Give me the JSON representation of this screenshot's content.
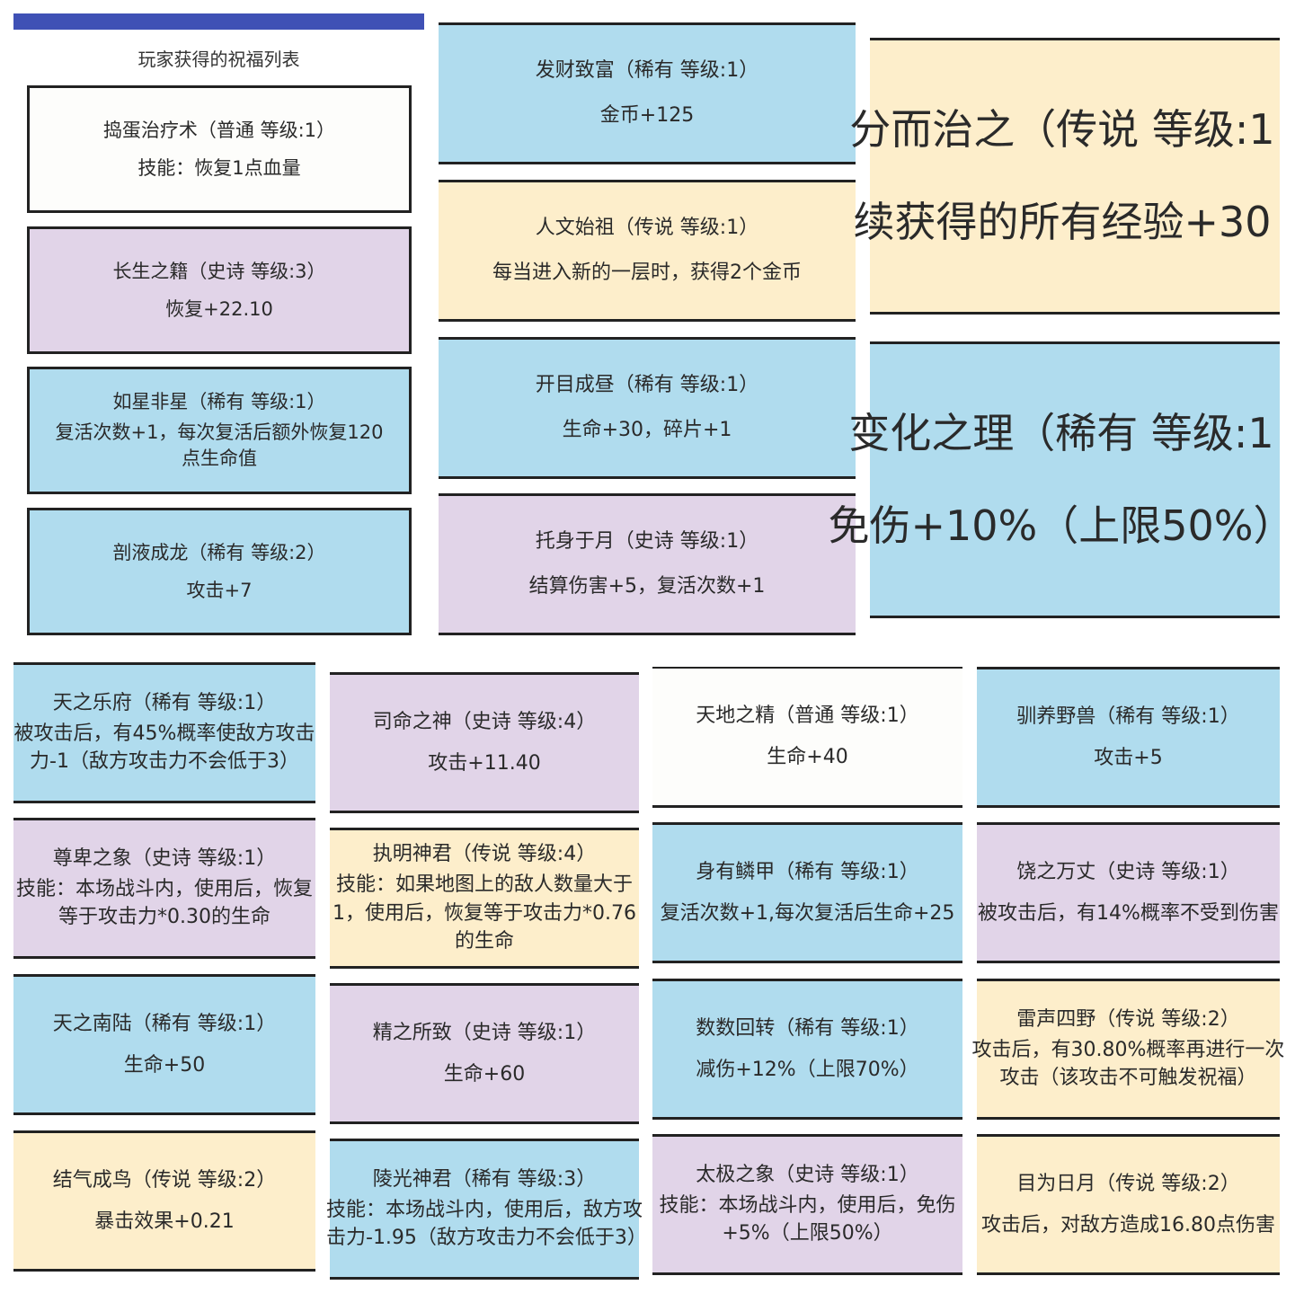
{
  "header": {
    "title": "玩家获得的祝福列表"
  },
  "colors": {
    "common": "#fdfdfb",
    "rare": "#b0dcee",
    "epic": "#e1d4e8",
    "legendary": "#fdeecb",
    "topbar": "#3f51b5"
  },
  "panel1": {
    "cards": [
      {
        "title": "捣蛋治疗术（普通 等级:1）",
        "desc": "技能：恢复1点血量"
      },
      {
        "title": "长生之籍（史诗 等级:3）",
        "desc": "恢复+22.10"
      },
      {
        "title": "如星非星（稀有 等级:1）",
        "desc": "复活次数+1，每次复活后额外恢复120点生命值"
      },
      {
        "title": "剖液成龙（稀有 等级:2）",
        "desc": "攻击+7"
      }
    ]
  },
  "panel2": {
    "cards": [
      {
        "title": "发财致富（稀有 等级:1）",
        "desc": "金币+125"
      },
      {
        "title": "人文始祖（传说 等级:1）",
        "desc": "每当进入新的一层时，获得2个金币"
      },
      {
        "title": "开目成昼（稀有 等级:1）",
        "desc": "生命+30，碎片+1"
      },
      {
        "title": "托身于月（史诗 等级:1）",
        "desc": "结算伤害+5，复活次数+1"
      }
    ]
  },
  "panel3": {
    "cards": [
      {
        "title": "分而治之（传说 等级:1",
        "desc": "续获得的所有经验+30"
      },
      {
        "title": "变化之理（稀有 等级:1",
        "desc": "免伤+10%（上限50%）"
      }
    ]
  },
  "grid": {
    "col1": [
      {
        "title": "天之乐府（稀有 等级:1）",
        "desc": "被攻击后，有45%概率使敌方攻击力-1（敌方攻击力不会低于3）"
      },
      {
        "title": "尊卑之象（史诗 等级:1）",
        "desc": "技能：本场战斗内，使用后，恢复等于攻击力*0.30的生命"
      },
      {
        "title": "天之南陆（稀有 等级:1）",
        "desc": "生命+50"
      },
      {
        "title": "结气成鸟（传说 等级:2）",
        "desc": "暴击效果+0.21"
      }
    ],
    "col2": [
      {
        "title": "司命之神（史诗 等级:4）",
        "desc": "攻击+11.40"
      },
      {
        "title": "执明神君（传说 等级:4）",
        "desc": "技能：如果地图上的敌人数量大于1，使用后，恢复等于攻击力*0.76的生命"
      },
      {
        "title": "精之所致（史诗 等级:1）",
        "desc": "生命+60"
      },
      {
        "title": "陵光神君（稀有 等级:3）",
        "desc": "技能：本场战斗内，使用后，敌方攻击力-1.95（敌方攻击力不会低于3）"
      }
    ],
    "col3": [
      {
        "title": "天地之精（普通 等级:1）",
        "desc": "生命+40"
      },
      {
        "title": "身有鳞甲（稀有 等级:1）",
        "desc": "复活次数+1,每次复活后生命+25"
      },
      {
        "title": "数数回转（稀有 等级:1）",
        "desc": "减伤+12%（上限70%）"
      },
      {
        "title": "太极之象（史诗 等级:1）",
        "desc": "技能：本场战斗内，使用后，免伤+5%（上限50%）"
      }
    ],
    "col4": [
      {
        "title": "驯养野兽（稀有 等级:1）",
        "desc": "攻击+5"
      },
      {
        "title": "饶之万丈（史诗 等级:1）",
        "desc": "被攻击后，有14%概率不受到伤害"
      },
      {
        "title": "雷声四野（传说 等级:2）",
        "desc": "攻击后，有30.80%概率再进行一次攻击（该攻击不可触发祝福）"
      },
      {
        "title": "目为日月（传说 等级:2）",
        "desc": "攻击后，对敌方造成16.80点伤害"
      }
    ]
  }
}
